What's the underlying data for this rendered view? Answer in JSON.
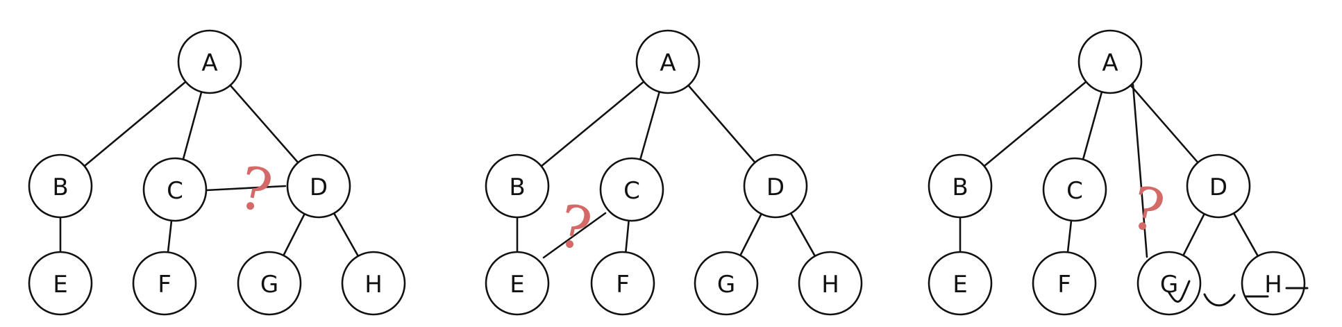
{
  "colors": {
    "ink": "#111111",
    "accent": "#d46a67"
  },
  "diagrams": [
    {
      "nodes": [
        {
          "id": "A",
          "label": "A"
        },
        {
          "id": "B",
          "label": "B"
        },
        {
          "id": "C",
          "label": "C"
        },
        {
          "id": "D",
          "label": "D"
        },
        {
          "id": "E",
          "label": "E"
        },
        {
          "id": "F",
          "label": "F"
        },
        {
          "id": "G",
          "label": "G"
        },
        {
          "id": "H",
          "label": "H"
        }
      ],
      "edges": [
        [
          "A",
          "B"
        ],
        [
          "A",
          "C"
        ],
        [
          "A",
          "D"
        ],
        [
          "B",
          "E"
        ],
        [
          "C",
          "F"
        ],
        [
          "D",
          "G"
        ],
        [
          "D",
          "H"
        ],
        [
          "C",
          "D"
        ]
      ],
      "question_mark": "?"
    },
    {
      "nodes": [
        {
          "id": "A",
          "label": "A"
        },
        {
          "id": "B",
          "label": "B"
        },
        {
          "id": "C",
          "label": "C"
        },
        {
          "id": "D",
          "label": "D"
        },
        {
          "id": "E",
          "label": "E"
        },
        {
          "id": "F",
          "label": "F"
        },
        {
          "id": "G",
          "label": "G"
        },
        {
          "id": "H",
          "label": "H"
        }
      ],
      "edges": [
        [
          "A",
          "B"
        ],
        [
          "A",
          "C"
        ],
        [
          "A",
          "D"
        ],
        [
          "B",
          "E"
        ],
        [
          "C",
          "F"
        ],
        [
          "D",
          "G"
        ],
        [
          "D",
          "H"
        ],
        [
          "C",
          "E"
        ]
      ],
      "question_mark": "?"
    },
    {
      "nodes": [
        {
          "id": "A",
          "label": "A"
        },
        {
          "id": "B",
          "label": "B"
        },
        {
          "id": "C",
          "label": "C"
        },
        {
          "id": "D",
          "label": "D"
        },
        {
          "id": "E",
          "label": "E"
        },
        {
          "id": "F",
          "label": "F"
        },
        {
          "id": "G",
          "label": "G"
        },
        {
          "id": "H",
          "label": "H"
        }
      ],
      "edges": [
        [
          "A",
          "B"
        ],
        [
          "A",
          "C"
        ],
        [
          "A",
          "D"
        ],
        [
          "B",
          "E"
        ],
        [
          "C",
          "F"
        ],
        [
          "D",
          "G"
        ],
        [
          "D",
          "H"
        ],
        [
          "A",
          "G"
        ]
      ],
      "question_mark": "?"
    }
  ]
}
